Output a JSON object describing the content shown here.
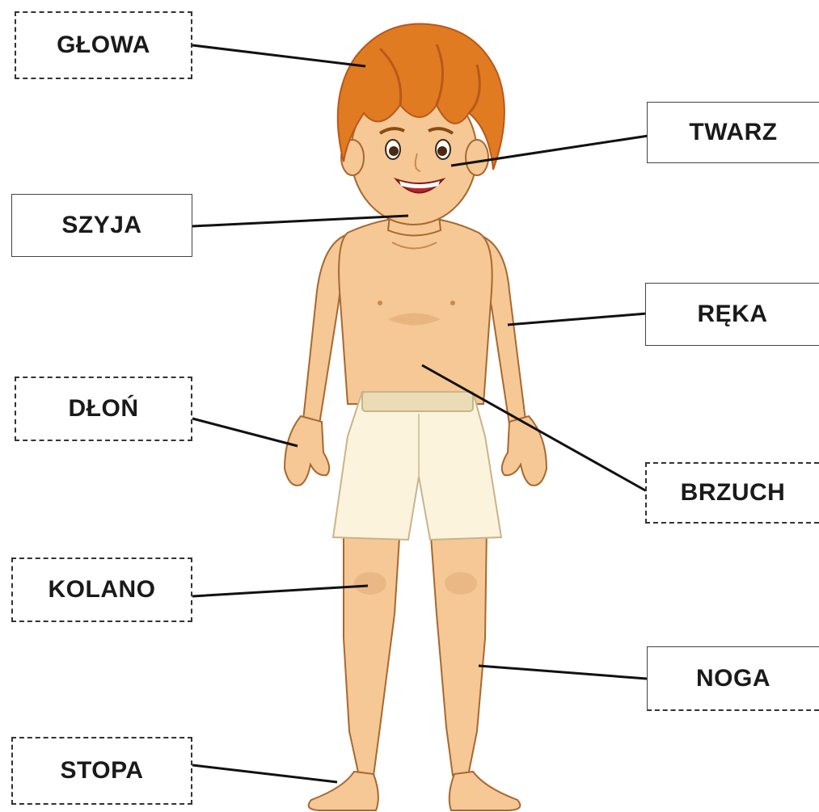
{
  "labels": {
    "glowa": "GŁOWA",
    "szyja": "SZYJA",
    "dlon": "DŁOŃ",
    "kolano": "KOLANO",
    "stopa": "STOPA",
    "twarz": "TWARZ",
    "reka": "RĘKA",
    "brzuch": "BRZUCH",
    "noga": "NOGA"
  },
  "colors": {
    "skin": "#f5c896",
    "skin_shade": "#e0a872",
    "hair": "#e07b22",
    "hair_dark": "#b9581a",
    "shorts": "#fbf3dc",
    "shorts_shade": "#eadcb5",
    "outline": "#a8682f",
    "leader": "#111111"
  }
}
